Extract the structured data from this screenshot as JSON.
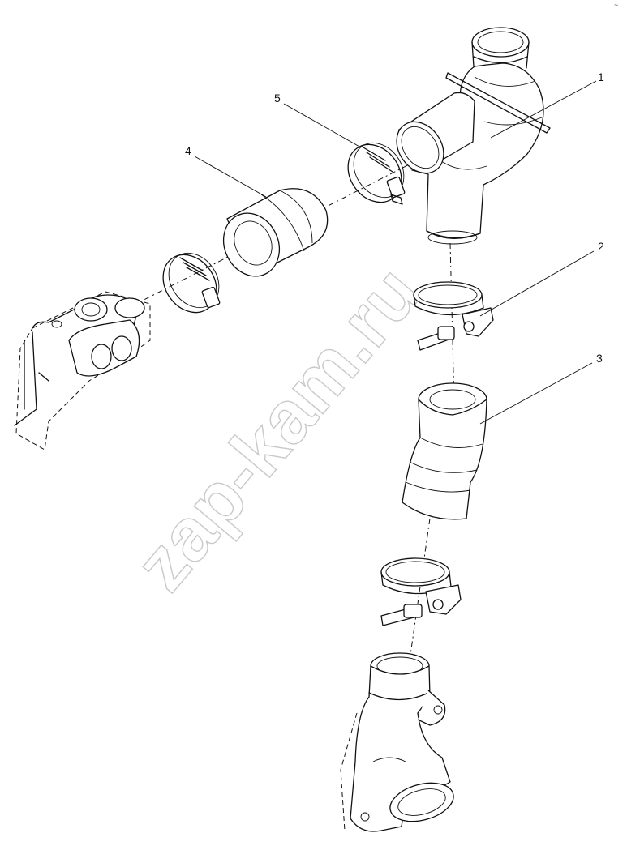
{
  "watermark": "zap-kam.ru",
  "corner_mark": "~",
  "callouts": [
    {
      "id": "1",
      "label": "1"
    },
    {
      "id": "2",
      "label": "2"
    },
    {
      "id": "3",
      "label": "3"
    },
    {
      "id": "4",
      "label": "4"
    },
    {
      "id": "5",
      "label": "5"
    }
  ]
}
